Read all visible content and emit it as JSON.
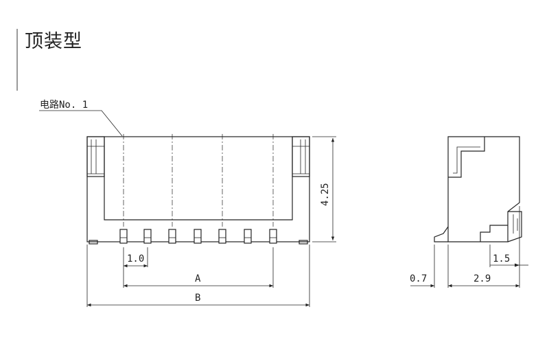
{
  "title": "顶装型",
  "callout": {
    "circuit_label": "电路No. 1"
  },
  "dimensions": {
    "pitch": "1.0",
    "height": "4.25",
    "a": "A",
    "b": "B",
    "side_offset": "0.7",
    "side_depth": "2.9",
    "side_pin": "1.5"
  }
}
